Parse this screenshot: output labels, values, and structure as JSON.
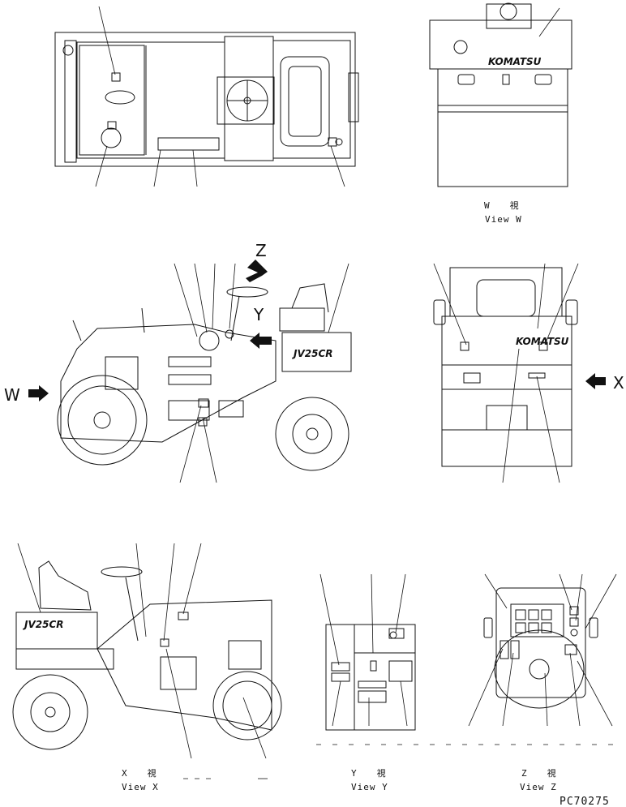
{
  "views": {
    "w": {
      "jp": "W　　視",
      "en": "View W"
    },
    "x": {
      "jp": "X　　視",
      "en": "View X"
    },
    "y": {
      "jp": "Y　　視",
      "en": "View Y"
    },
    "z": {
      "jp": "Z　　視",
      "en": "View Z"
    }
  },
  "arrows": {
    "z": "Z",
    "y": "Y",
    "w": "W",
    "x": "X"
  },
  "model_label": "JV25CR",
  "front_brand": "KOMATSU",
  "drawing_code": "PC70275"
}
